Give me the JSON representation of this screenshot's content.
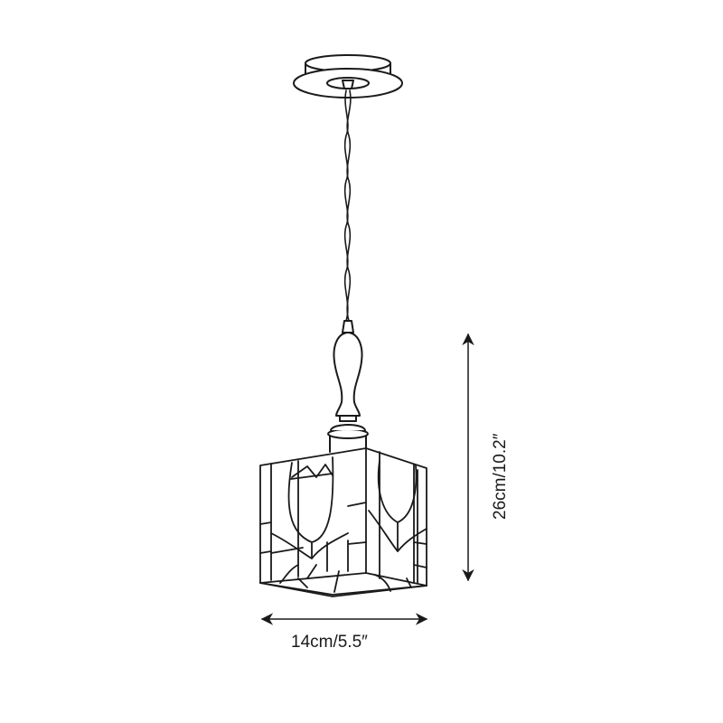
{
  "figure": {
    "subject": "pendant lamp dimension drawing",
    "line_color": "#1a1a1a",
    "background": "#ffffff"
  },
  "dimensions": {
    "width": {
      "label": "14cm/5.5″",
      "orientation": "horizontal"
    },
    "height": {
      "label": "26cm/10.2″",
      "orientation": "vertical"
    }
  },
  "parts": [
    "ceiling-canopy",
    "twisted-cable",
    "wooden-finial",
    "lamp-holder",
    "cube-glass-shade"
  ]
}
